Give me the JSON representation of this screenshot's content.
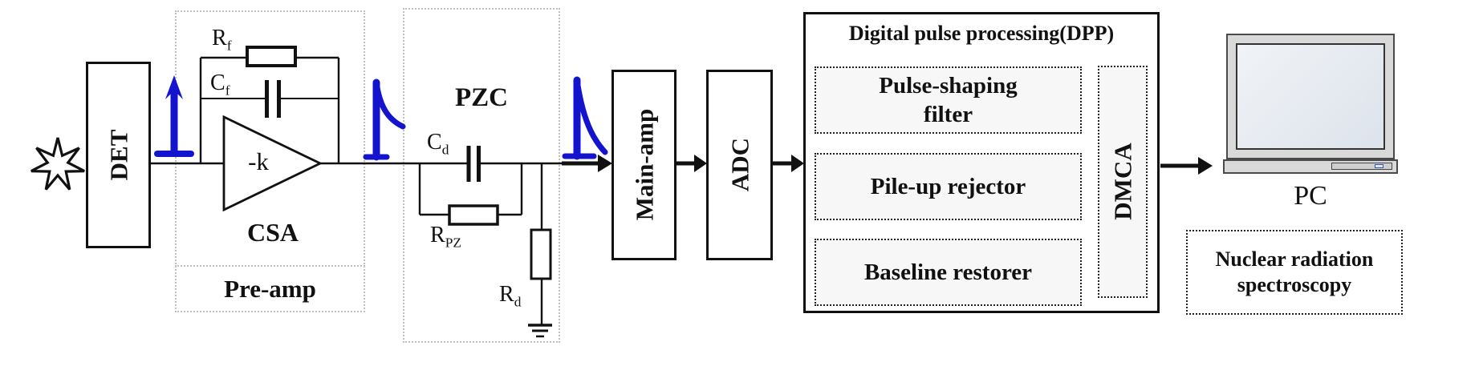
{
  "source": {
    "icon_name": "radiation-burst"
  },
  "det": {
    "label": "DET"
  },
  "preamp": {
    "group_label": "Pre-amp",
    "csa_label": "CSA",
    "gain_label": "-k",
    "rf_base": "R",
    "rf_sub": "f",
    "cf_base": "C",
    "cf_sub": "f"
  },
  "pzc": {
    "group_label": "PZC",
    "cd_base": "C",
    "cd_sub": "d",
    "rpz_base": "R",
    "rpz_sub": "PZ",
    "rd_base": "R",
    "rd_sub": "d"
  },
  "main_amp": {
    "label": "Main-amp"
  },
  "adc": {
    "label": "ADC"
  },
  "dpp": {
    "title": "Digital pulse processing(DPP)",
    "blocks": [
      {
        "line1": "Pulse-shaping",
        "line2": "filter"
      },
      {
        "line1": "Pile-up rejector",
        "line2": ""
      },
      {
        "line1": "Baseline restorer",
        "line2": ""
      }
    ],
    "dmca_label": "DMCA"
  },
  "pc": {
    "label": "PC"
  },
  "result_box": {
    "line1": "Nuclear radiation",
    "line2": "spectroscopy"
  },
  "colors": {
    "signal_blue": "#1414cf",
    "wire_black": "#111111",
    "group_border_gray": "#c0c0c0",
    "subbox_fill": "#f7f7f7"
  }
}
